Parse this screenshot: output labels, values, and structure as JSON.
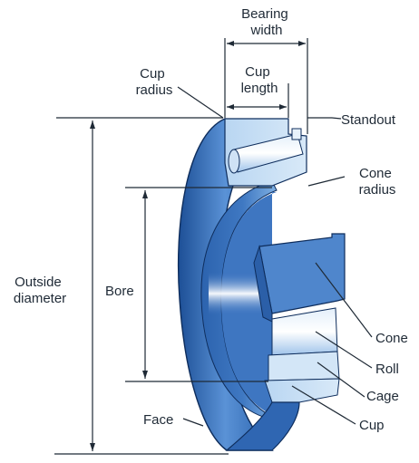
{
  "labels": {
    "bearing_width": "Bearing width",
    "cup_length": "Cup length",
    "cup_radius": "Cup radius",
    "standout": "Standout",
    "cone_radius": "Cone radius",
    "outside_diameter": "Outside diameter",
    "bore": "Bore",
    "cone": "Cone",
    "roll": "Roll",
    "cage": "Cage",
    "cup": "Cup",
    "face": "Face"
  },
  "colors": {
    "bearing_dark": "#2b5fa8",
    "bearing_mid": "#4f86cc",
    "bearing_light": "#b7d3ef",
    "outline": "#0e2d5c",
    "line": "#1f2a36"
  }
}
